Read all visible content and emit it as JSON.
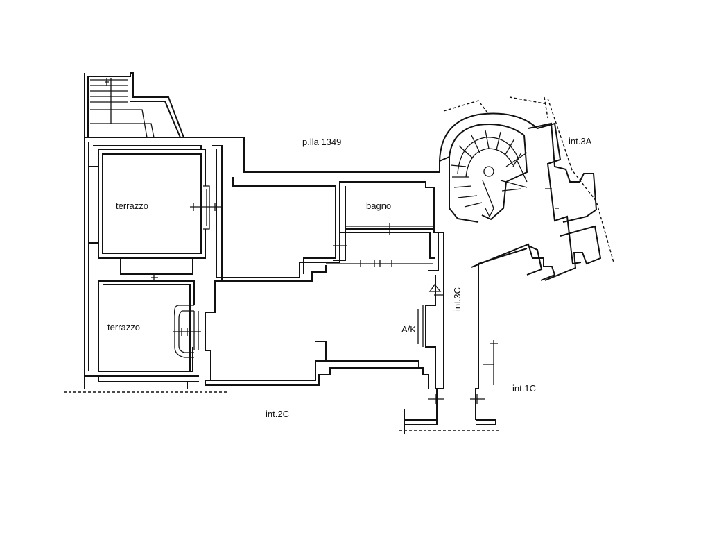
{
  "plan": {
    "labels": {
      "parcel": "p.lla 1349",
      "int3a": "int.3A",
      "terrace_upper": "terrazzo",
      "bathroom": "bagno",
      "stair_int3c": "int.3C",
      "living_ak": "A/K",
      "terrace_lower": "terrazzo",
      "int1c": "int.1C",
      "int2c": "int.2C"
    },
    "stroke_color": "#111111",
    "background_color": "#ffffff"
  }
}
